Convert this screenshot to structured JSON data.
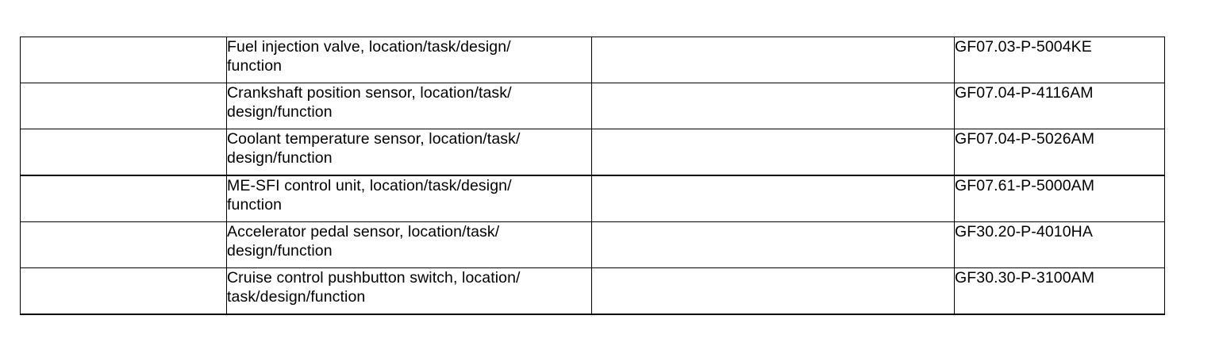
{
  "document": {
    "table": {
      "column_count": 4,
      "row_count": 6,
      "columns": [
        {
          "key": "blank_left",
          "header": "",
          "content": "empty"
        },
        {
          "key": "description",
          "header": "",
          "content": "text"
        },
        {
          "key": "blank_mid",
          "header": "",
          "content": "empty"
        },
        {
          "key": "document_code",
          "header": "",
          "content": "text"
        }
      ],
      "rows": [
        {
          "blank_left": "",
          "description": "Fuel injection valve, location/task/design/\nfunction",
          "blank_mid": "",
          "document_code": "GF07.03-P-5004KE"
        },
        {
          "blank_left": "",
          "description": "Crankshaft position sensor, location/task/\ndesign/function",
          "blank_mid": "",
          "document_code": "GF07.04-P-4116AM"
        },
        {
          "blank_left": "",
          "description": "Coolant temperature sensor, location/task/\ndesign/function",
          "blank_mid": "",
          "document_code": "GF07.04-P-5026AM"
        },
        {
          "blank_left": "",
          "description": "ME-SFI control unit, location/task/design/\nfunction",
          "blank_mid": "",
          "document_code": "GF07.61-P-5000AM"
        },
        {
          "blank_left": "",
          "description": "Accelerator pedal sensor, location/task/\ndesign/function",
          "blank_mid": "",
          "document_code": "GF30.20-P-4010HA"
        },
        {
          "blank_left": "",
          "description": "Cruise control pushbutton switch, location/\ntask/design/function",
          "blank_mid": "",
          "document_code": "GF30.30-P-3100AM"
        }
      ]
    },
    "colors": {
      "background": "#ffffff",
      "text": "#000000",
      "border": "#000000"
    }
  }
}
